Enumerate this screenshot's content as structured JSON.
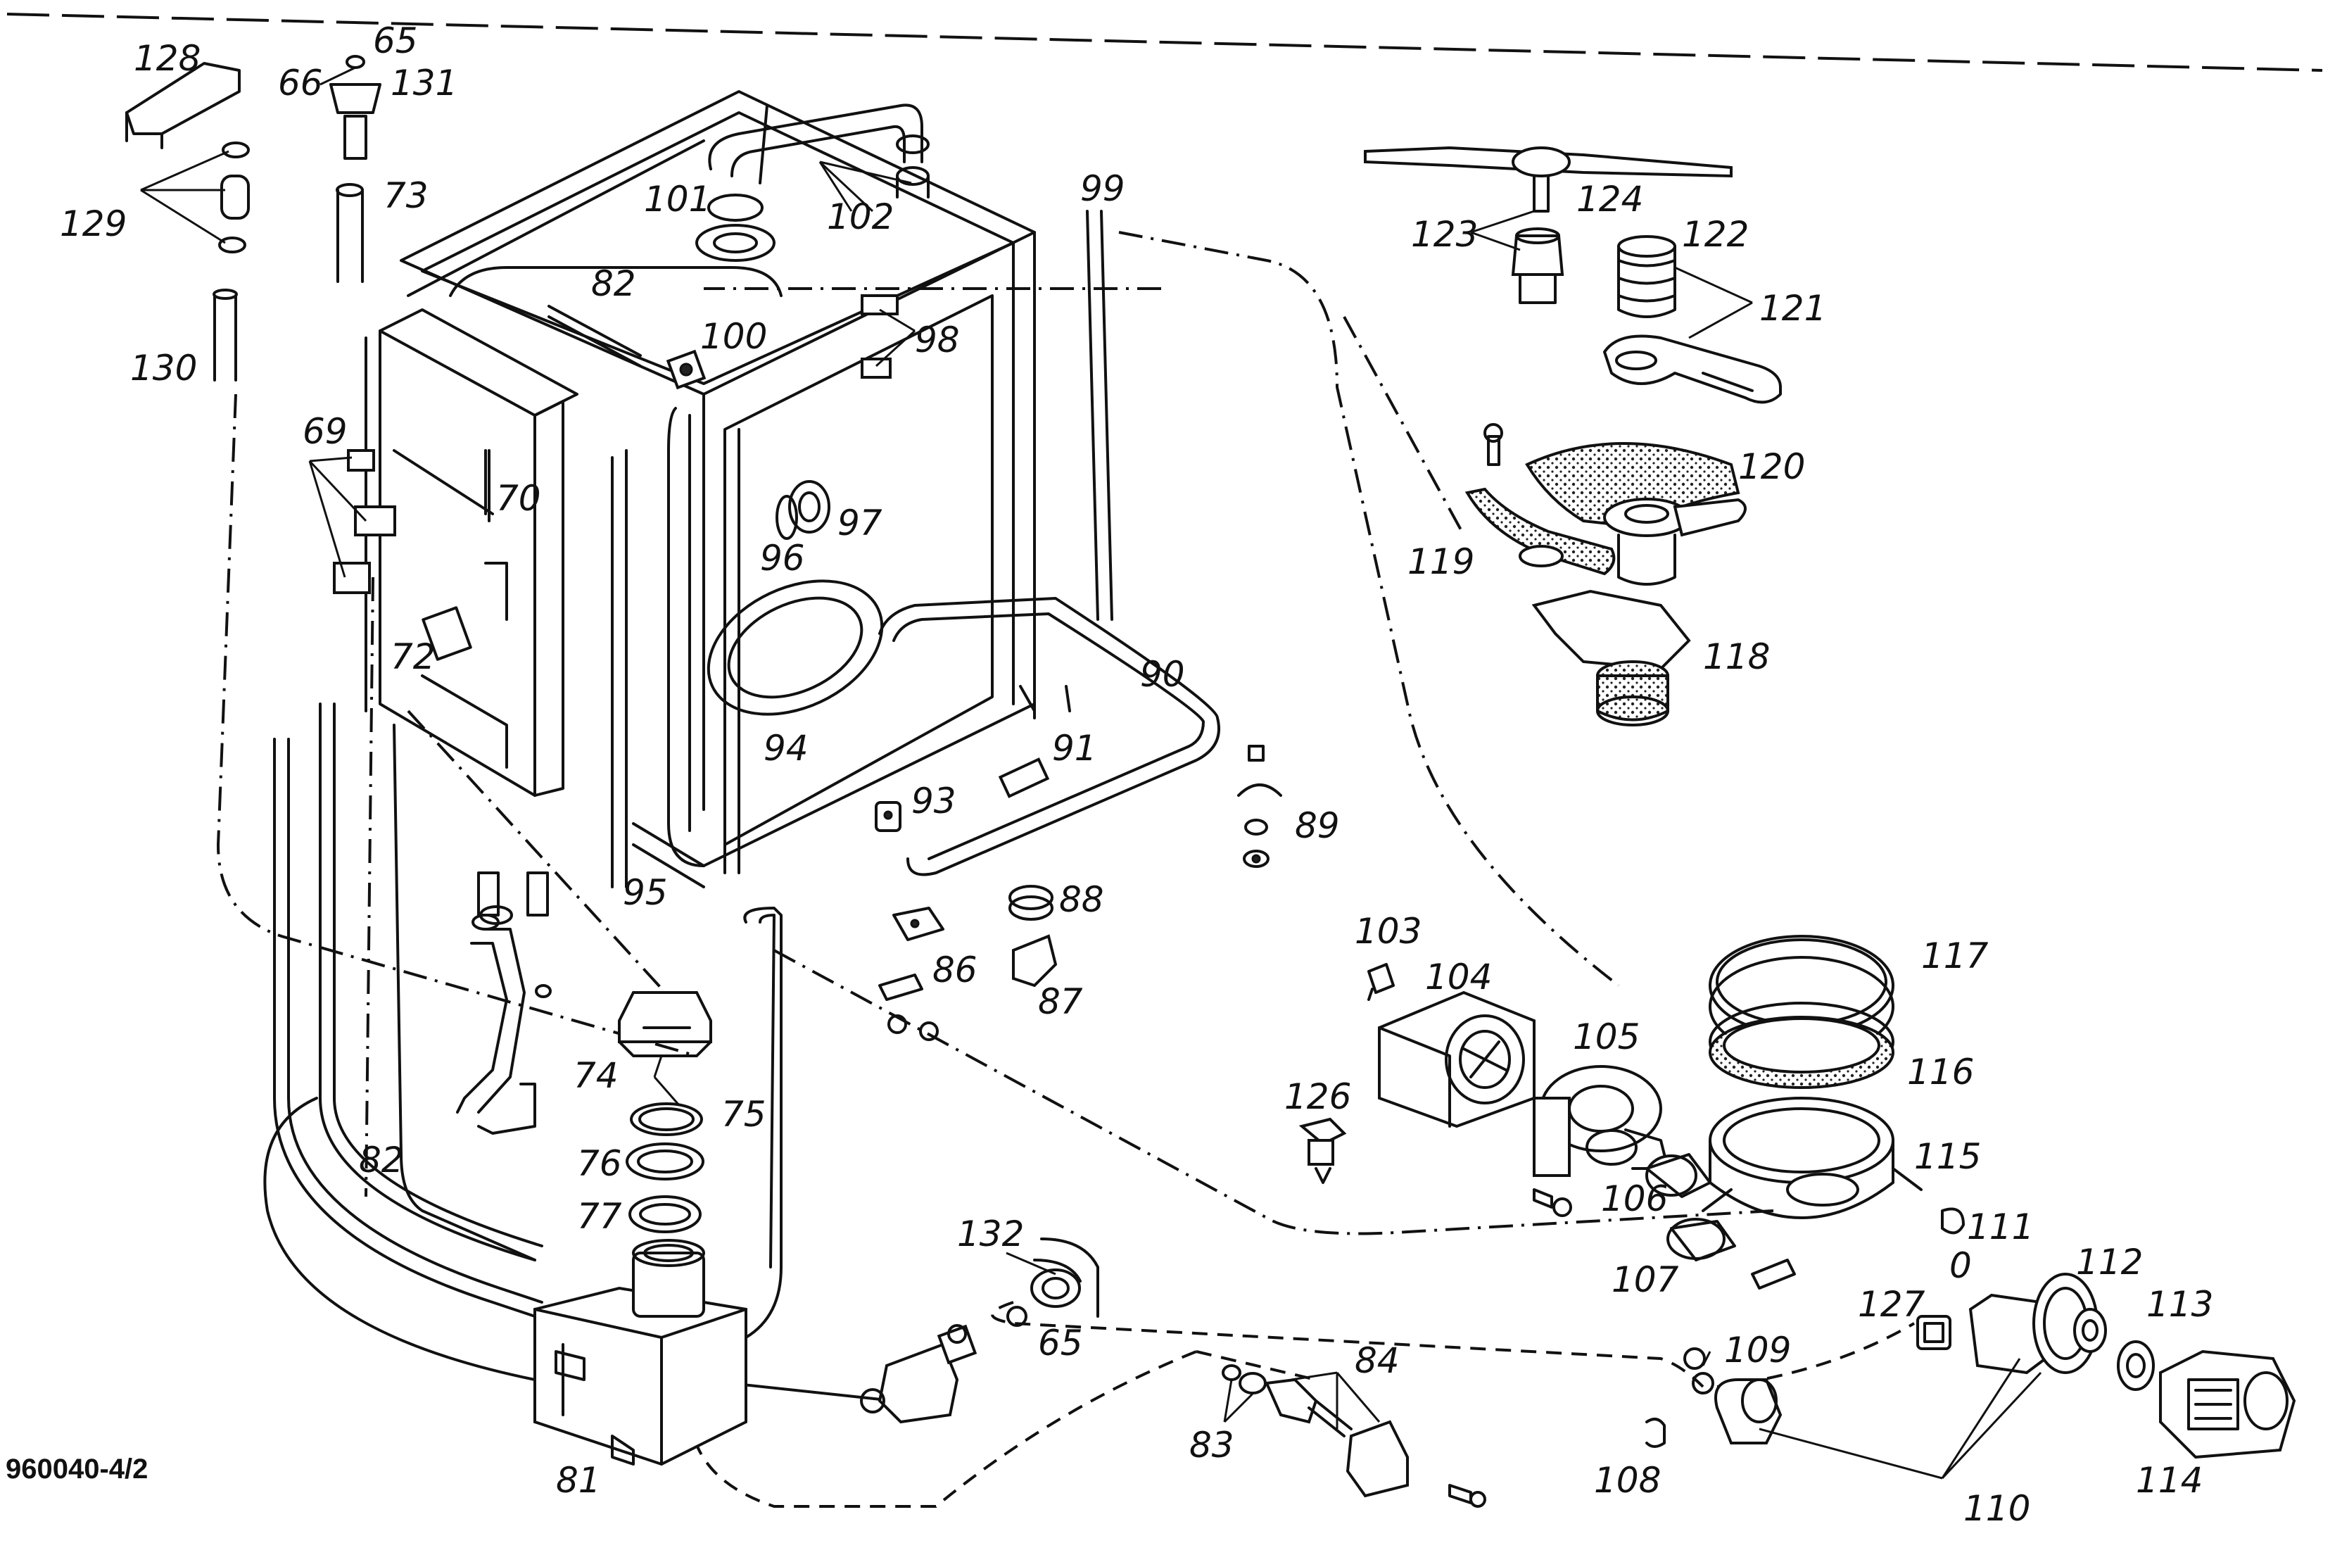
{
  "document_code": "960040-4/2",
  "parts": [
    {
      "id": "p128",
      "label": "128"
    },
    {
      "id": "p65a",
      "label": "65"
    },
    {
      "id": "p66",
      "label": "66"
    },
    {
      "id": "p131",
      "label": "131"
    },
    {
      "id": "p129",
      "label": "129"
    },
    {
      "id": "p73",
      "label": "73"
    },
    {
      "id": "p130",
      "label": "130"
    },
    {
      "id": "p82a",
      "label": "82"
    },
    {
      "id": "p100",
      "label": "100"
    },
    {
      "id": "p101",
      "label": "101"
    },
    {
      "id": "p102",
      "label": "102"
    },
    {
      "id": "p98",
      "label": "98"
    },
    {
      "id": "p99",
      "label": "99"
    },
    {
      "id": "p69",
      "label": "69"
    },
    {
      "id": "p70",
      "label": "70"
    },
    {
      "id": "p72",
      "label": "72"
    },
    {
      "id": "p97",
      "label": "97"
    },
    {
      "id": "p96",
      "label": "96"
    },
    {
      "id": "p94",
      "label": "94"
    },
    {
      "id": "p95",
      "label": "95"
    },
    {
      "id": "p90",
      "label": "90"
    },
    {
      "id": "p91",
      "label": "91"
    },
    {
      "id": "p93",
      "label": "93"
    },
    {
      "id": "p89",
      "label": "89"
    },
    {
      "id": "p88",
      "label": "88"
    },
    {
      "id": "p86",
      "label": "86"
    },
    {
      "id": "p87",
      "label": "87"
    },
    {
      "id": "p74",
      "label": "74"
    },
    {
      "id": "p75",
      "label": "75"
    },
    {
      "id": "p76",
      "label": "76"
    },
    {
      "id": "p77",
      "label": "77"
    },
    {
      "id": "p82b",
      "label": "82"
    },
    {
      "id": "p81",
      "label": "81"
    },
    {
      "id": "p132",
      "label": "132"
    },
    {
      "id": "p65b",
      "label": "65"
    },
    {
      "id": "p83",
      "label": "83"
    },
    {
      "id": "p84",
      "label": "84"
    },
    {
      "id": "p103",
      "label": "103"
    },
    {
      "id": "p104",
      "label": "104"
    },
    {
      "id": "p105",
      "label": "105"
    },
    {
      "id": "p106",
      "label": "106"
    },
    {
      "id": "p107",
      "label": "107"
    },
    {
      "id": "p126",
      "label": "126"
    },
    {
      "id": "p124",
      "label": "124"
    },
    {
      "id": "p123",
      "label": "123"
    },
    {
      "id": "p122",
      "label": "122"
    },
    {
      "id": "p121",
      "label": "121"
    },
    {
      "id": "p120",
      "label": "120"
    },
    {
      "id": "p119",
      "label": "119"
    },
    {
      "id": "p118",
      "label": "118"
    },
    {
      "id": "p117",
      "label": "117"
    },
    {
      "id": "p116",
      "label": "116"
    },
    {
      "id": "p115",
      "label": "115"
    },
    {
      "id": "p111",
      "label": "111"
    },
    {
      "id": "p0",
      "label": "0"
    },
    {
      "id": "p112",
      "label": "112"
    },
    {
      "id": "p113",
      "label": "113"
    },
    {
      "id": "p127",
      "label": "127"
    },
    {
      "id": "p109",
      "label": "109"
    },
    {
      "id": "p108",
      "label": "108"
    },
    {
      "id": "p110",
      "label": "110"
    },
    {
      "id": "p114",
      "label": "114"
    }
  ]
}
